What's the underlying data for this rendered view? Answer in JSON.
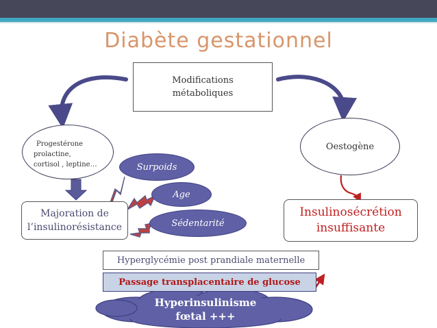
{
  "title": "Diabète gestationnel",
  "nodes": {
    "modifications": [
      "Modifications",
      "métaboliques"
    ],
    "progesterone": [
      "Progestérone",
      "prolactine,",
      "cortisol , leptine…"
    ],
    "oestogene": "Oestogène",
    "majoration": [
      "Majoration de",
      "l’insulinorésistance"
    ],
    "insulinosecretion": [
      "Insulinosécrétion",
      "insuffisante"
    ],
    "factors": [
      "Surpoids",
      "Age",
      "Sédentarité"
    ],
    "hyperglycemie": "Hyperglycémie post prandiale maternelle",
    "passage": "Passage transplacentaire de glucose",
    "hyperinsulinisme": [
      "Hyperinsulinisme",
      "fœtal +++"
    ]
  },
  "colors": {
    "title": "#d8956a",
    "factor_fill": "#6060a6",
    "arrow_blue": "#4a4a8a",
    "arrow_red": "#c02020",
    "passage_fill": "#c8d3e6",
    "cloud_fill": "#6060a6",
    "header_bar": "#47475a",
    "header_accent": "#3fa8c0"
  }
}
